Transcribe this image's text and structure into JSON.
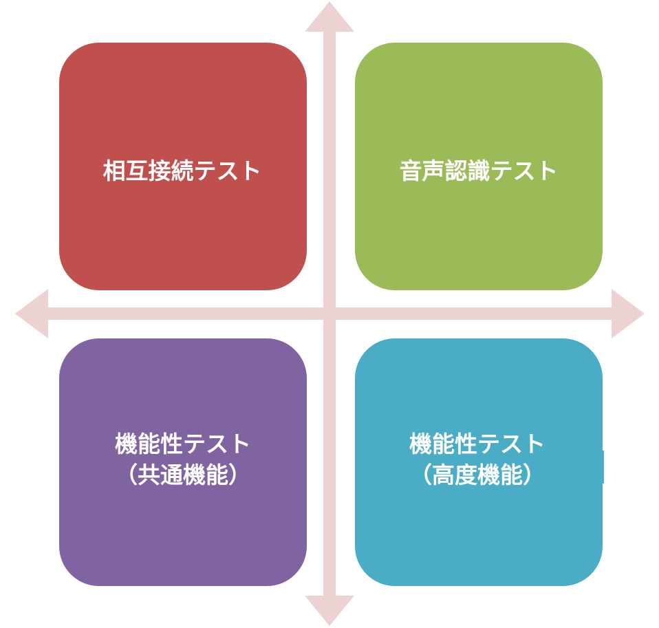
{
  "diagram": {
    "arrow_color": "#ecd2d2",
    "quadrants": {
      "top_left": {
        "label": "相互接続テスト",
        "color": "#c0504d"
      },
      "top_right": {
        "label": "音声認識テスト",
        "color": "#9bbb59"
      },
      "bottom_left": {
        "label": "機能性テスト\n（共通機能）",
        "color": "#8064a2"
      },
      "bottom_right": {
        "label": "機能性テスト\n（高度機能）",
        "color": "#4bacc6"
      }
    }
  }
}
